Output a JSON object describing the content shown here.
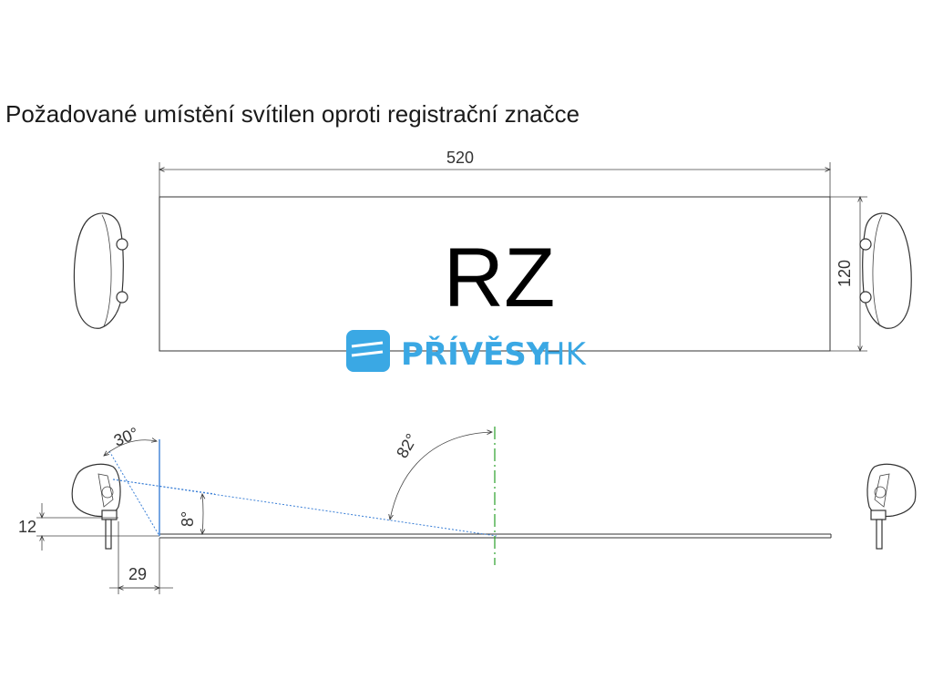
{
  "title": "Požadované umístění svítilen oproti registrační značce",
  "plate": {
    "text": "RZ",
    "width_label": "520",
    "height_label": "120"
  },
  "side_view": {
    "dim_height": "12",
    "dim_offset": "29",
    "angle_30": "30°",
    "angle_8": "8°",
    "angle_82": "82°"
  },
  "watermark": {
    "brand_bold": "PŘÍVĚSY",
    "brand_light": "HK"
  },
  "colors": {
    "line": "#333333",
    "blue_guide": "#3a7fd6",
    "green_axis": "#2aa02a",
    "brand": "#3aa8e4"
  }
}
